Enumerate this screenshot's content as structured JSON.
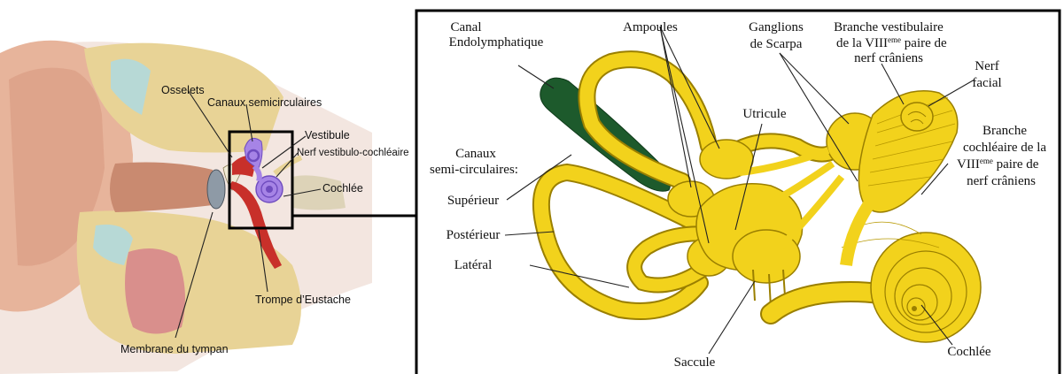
{
  "left_panel": {
    "labels": {
      "osselets": "Osselets",
      "canaux": "Canaux semicirculaires",
      "vestibule": "Vestibule",
      "nerf": "Nerf vestibulo-cochléaire",
      "cochlee": "Cochlée",
      "trompe": "Trompe d’Eustache",
      "membrane": "Membrane du tympan"
    }
  },
  "right_panel": {
    "labels": {
      "canal_1": "Canal",
      "canal_2": "Endolymphatique",
      "ampoules": "Ampoules",
      "ganglions_1": "Ganglions",
      "ganglions_2": "de Scarpa",
      "branche_vest_1": "Branche vestibulaire",
      "branche_vest_2a": "de la VIII",
      "branche_vest_2sup": "eme",
      "branche_vest_2b": " paire de",
      "branche_vest_3": "nerf crâniens",
      "nerf_facial_1": "Nerf",
      "nerf_facial_2": "facial",
      "utricule": "Utricule",
      "canaux_1": "Canaux",
      "canaux_2": "semi-circulaires:",
      "superieur": "Supérieur",
      "posterieur": "Postérieur",
      "lateral": "Latéral",
      "branche_coch_1": "Branche",
      "branche_coch_2": "cochléaire de la",
      "branche_coch_3a": "VIII",
      "branche_coch_3sup": "eme",
      "branche_coch_3b": " paire de",
      "branche_coch_4": "nerf crâniens",
      "saccule": "Saccule",
      "cochlee": "Cochlée"
    }
  },
  "colors": {
    "frame": "#000000",
    "labyrinth": "#f2d21c",
    "labyrinth_outline": "#9a7f00",
    "endolymphatic": "#1d5a2c",
    "vestibular_purple": "#9f7be0",
    "skin": "#e8b79c",
    "bone": "#e6d59a",
    "red_tube": "#c8302a"
  }
}
